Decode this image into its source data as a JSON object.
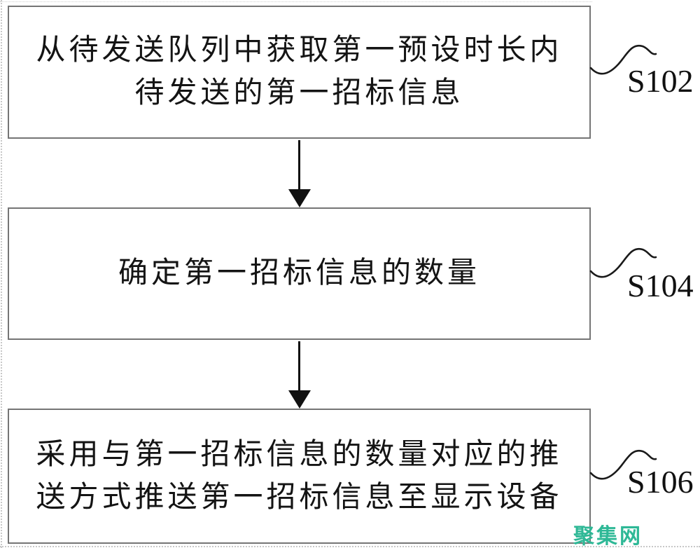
{
  "flowchart": {
    "type": "vertical-flowchart",
    "boxes": [
      {
        "step_label": "S102",
        "lines": [
          "从待发送队列中获取第一预设时长内",
          "待发送的第一招标信息"
        ]
      },
      {
        "step_label": "S104",
        "lines": [
          "确定第一招标信息的数量"
        ]
      },
      {
        "step_label": "S106",
        "lines": [
          "采用与第一招标信息的数量对应的推",
          "送方式推送第一招标信息至显示设备"
        ]
      }
    ],
    "connectors": [
      {
        "from": "S102",
        "to": "S104",
        "style": "arrow-down"
      },
      {
        "from": "S104",
        "to": "S106",
        "style": "arrow-down"
      }
    ],
    "colors": {
      "box_border": "#757575",
      "text": "#141414",
      "arrow": "#111111",
      "watermark": "#2eb896"
    }
  },
  "watermark": {
    "text": "聚集网"
  }
}
